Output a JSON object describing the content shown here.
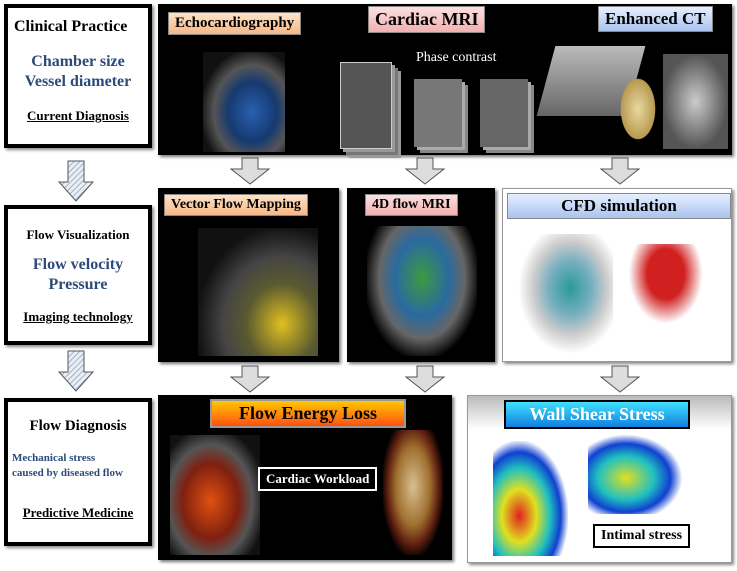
{
  "left": [
    {
      "title": "Clinical Practice",
      "body": [
        "Chamber size",
        "Vessel diameter"
      ],
      "footer": "Current Diagnosis"
    },
    {
      "title": "Flow Visualization",
      "body": [
        "Flow velocity",
        "Pressure"
      ],
      "footer": "Imaging technology"
    },
    {
      "title": "Flow Diagnosis",
      "body": [
        "Mechanical stress",
        "caused by diseased flow"
      ],
      "footer": "Predictive Medicine"
    }
  ],
  "top": {
    "echo": "Echocardiography",
    "mri": "Cardiac MRI",
    "phase": "Phase contrast",
    "ct": "Enhanced CT"
  },
  "middle": {
    "vfm": "Vector Flow Mapping",
    "flow4d": "4D flow MRI",
    "cfd": "CFD simulation"
  },
  "bottom": {
    "fel": "Flow Energy Loss",
    "workload": "Cardiac Workload",
    "wss": "Wall Shear Stress",
    "intimal": "Intimal stress"
  }
}
